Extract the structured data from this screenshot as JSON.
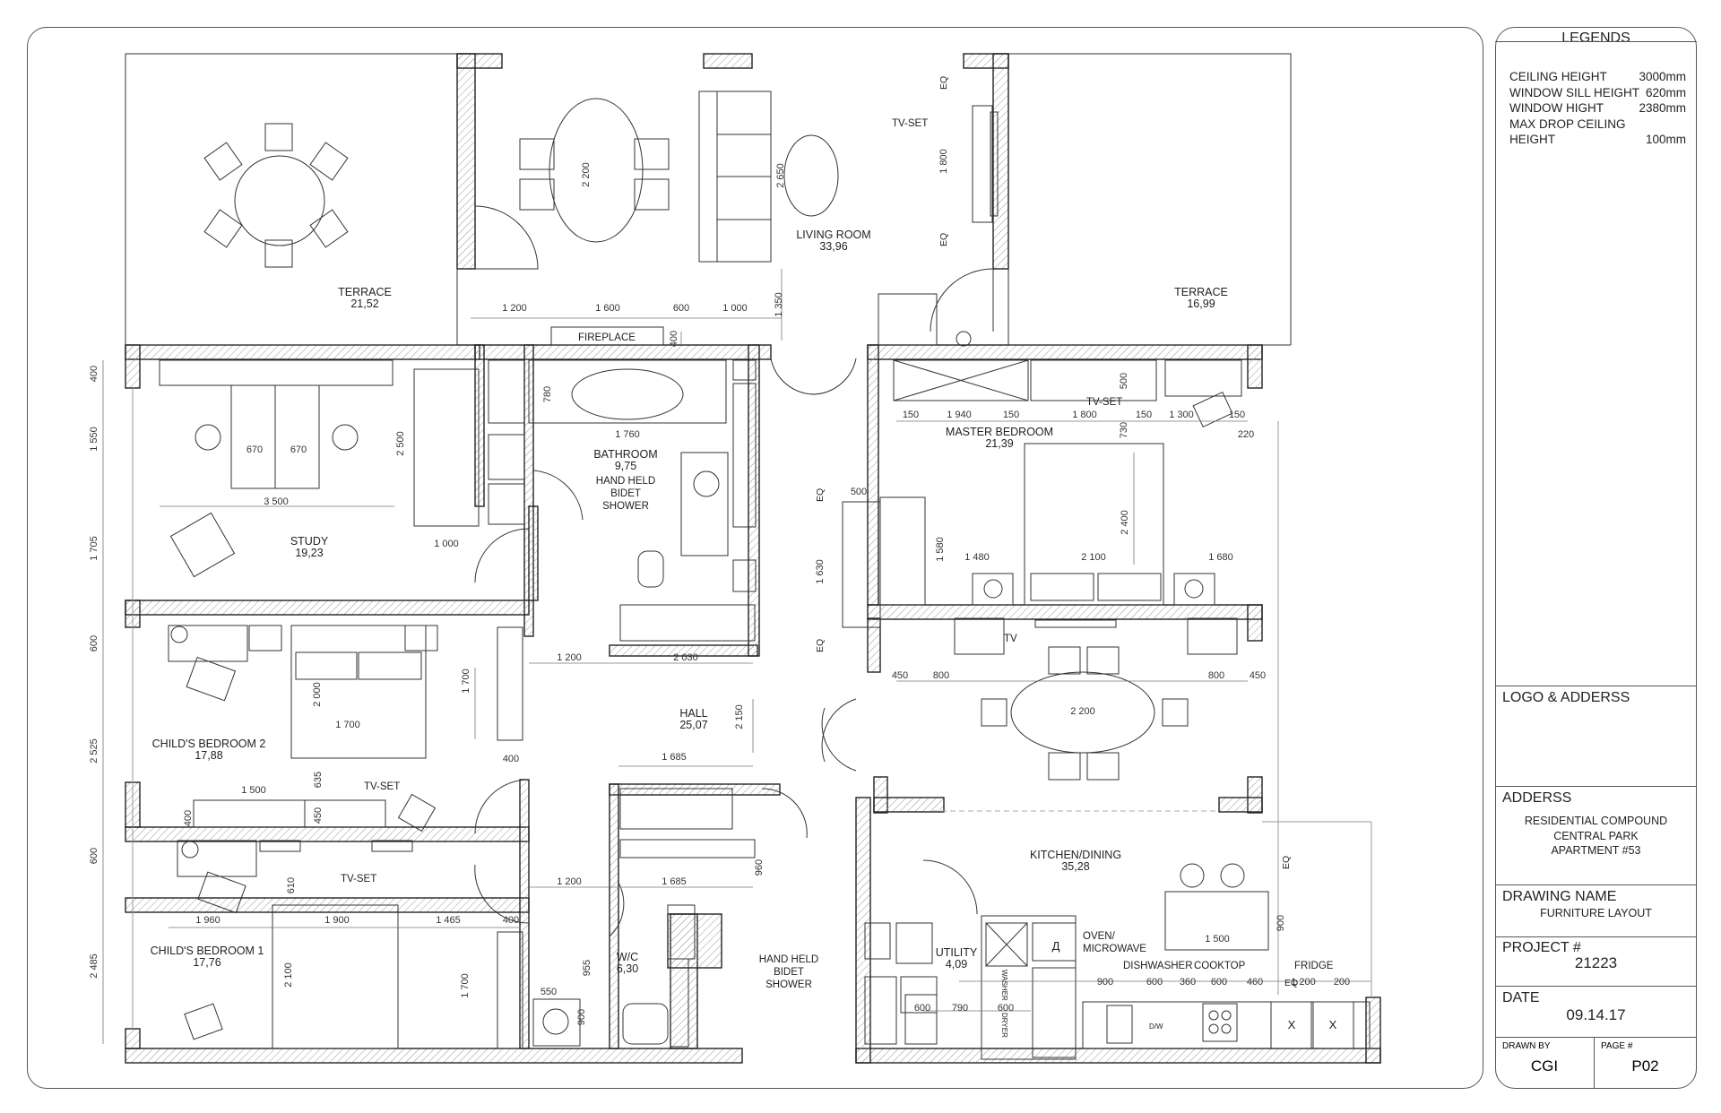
{
  "plan": {
    "rooms": [
      {
        "id": "terrace-left",
        "name": "TERRACE",
        "area": "21,52"
      },
      {
        "id": "living-room",
        "name": "LIVING ROOM",
        "area": "33,96"
      },
      {
        "id": "terrace-right",
        "name": "TERRACE",
        "area": "16,99"
      },
      {
        "id": "study",
        "name": "STUDY",
        "area": "19,23"
      },
      {
        "id": "bathroom",
        "name": "BATHROOM",
        "area": "9,75"
      },
      {
        "id": "master-bedroom",
        "name": "MASTER BEDROOM",
        "area": "21,39"
      },
      {
        "id": "childs-bedroom-2",
        "name": "CHILD'S BEDROOM 2",
        "area": "17,88"
      },
      {
        "id": "hall",
        "name": "HALL",
        "area": "25,07"
      },
      {
        "id": "childs-bedroom-1",
        "name": "CHILD'S BEDROOM 1",
        "area": "17,76"
      },
      {
        "id": "wc",
        "name": "W/C",
        "area": "6,30"
      },
      {
        "id": "utility",
        "name": "UTILITY",
        "area": "4,09"
      },
      {
        "id": "kitchen-dining",
        "name": "KITCHEN/DINING",
        "area": "35,28"
      }
    ],
    "labels": {
      "fireplace": "FIREPLACE",
      "tv_set": "TV-SET",
      "tv": "TV",
      "bath_fixtures": [
        "HAND HELD",
        "BIDET",
        "SHOWER"
      ],
      "oven_microwave": [
        "OVEN/",
        "MICROWAVE"
      ],
      "dishwasher": "DISHWASHER",
      "cooktop": "COOKTOP",
      "fridge": "FRIDGE",
      "washer": "WASHER",
      "dryer": "DRYER",
      "dw": "D/W",
      "eq": "EQ"
    },
    "dimensions": {
      "top_1200": "1 200",
      "top_1600": "1 600",
      "top_600": "600",
      "top_1000": "1 000",
      "top_1350": "1 350",
      "fireplace_400": "400",
      "table_2200": "2 200",
      "sofa_2650": "2 650",
      "tv_1800": "1 800",
      "study_670a": "670",
      "study_670b": "670",
      "study_3500": "3 500",
      "study_2500": "2 500",
      "study_1000": "1 000",
      "left_400": "400",
      "left_1550": "1 550",
      "left_1705": "1 705",
      "left_600a": "600",
      "left_2525": "2 525",
      "left_600b": "600",
      "left_2485": "2 485",
      "bath_780": "780",
      "bath_1760": "1 760",
      "mb_150a": "150",
      "mb_1940": "1 940",
      "mb_150b": "150",
      "mb_1800": "1 800",
      "mb_150c": "150",
      "mb_1300": "1 300",
      "mb_150d": "150",
      "mb_500": "500",
      "mb_730": "730",
      "mb_220": "220",
      "mb_500b": "500",
      "mb_1630": "1 630",
      "mb_1580": "1 580",
      "mb_1480": "1 480",
      "mb_2100": "2 100",
      "mb_1680": "1 680",
      "mb_2400": "2 400",
      "hall_1200a": "1 200",
      "hall_2030": "2 030",
      "hall_2150": "2 150",
      "hall_1685a": "1 685",
      "hall_1200b": "1 200",
      "hall_1685b": "1 685",
      "cb2_1700a": "1 700",
      "cb2_2000": "2 000",
      "cb2_1700b": "1 700",
      "cb2_400": "400",
      "cb2_1500": "1 500",
      "cb2_635": "635",
      "cb2_450": "450",
      "cb2_400b": "400",
      "cb1_610": "610",
      "cb1_1960": "1 960",
      "cb1_1900": "1 900",
      "cb1_1465": "1 465",
      "cb1_400": "400",
      "cb1_2100": "2 100",
      "cb1_1700": "1 700",
      "wc_955": "955",
      "wc_550": "550",
      "wc_900": "900",
      "wc_960": "960",
      "din_450a": "450",
      "din_800a": "800",
      "din_2200": "2 200",
      "din_800b": "800",
      "din_450b": "450",
      "k_900": "900",
      "k_1500": "1 500",
      "k_900b": "900",
      "k_600a": "600",
      "k_360": "360",
      "k_600b": "600",
      "k_460": "460",
      "k_1200": "1 200",
      "k_200": "200",
      "u_600a": "600",
      "u_790": "790",
      "u_600b": "600"
    }
  },
  "title_block": {
    "legends_title": "LEGENDS",
    "legends": [
      {
        "label": "CEILING HEIGHT",
        "value": "3000mm"
      },
      {
        "label": "WINDOW SILL HEIGHT",
        "value": "620mm"
      },
      {
        "label": "WINDOW HIGHT",
        "value": "2380mm"
      },
      {
        "label": "MAX DROP CEILING",
        "value": ""
      },
      {
        "label": "HEIGHT",
        "value": "100mm"
      }
    ],
    "logo_label": "LOGO & ADDERSS",
    "address_label": "ADDERSS",
    "address_lines": [
      "RESIDENTIAL COMPOUND",
      "CENTRAL PARK",
      "APARTMENT #53"
    ],
    "drawing_name_label": "DRAWING NAME",
    "drawing_name": "FURNITURE LAYOUT",
    "project_label": "PROJECT #",
    "project": "21223",
    "date_label": "DATE",
    "date": "09.14.17",
    "drawn_by_label": "DRAWN BY",
    "drawn_by": "CGI",
    "page_label": "PAGE #",
    "page": "P02"
  }
}
